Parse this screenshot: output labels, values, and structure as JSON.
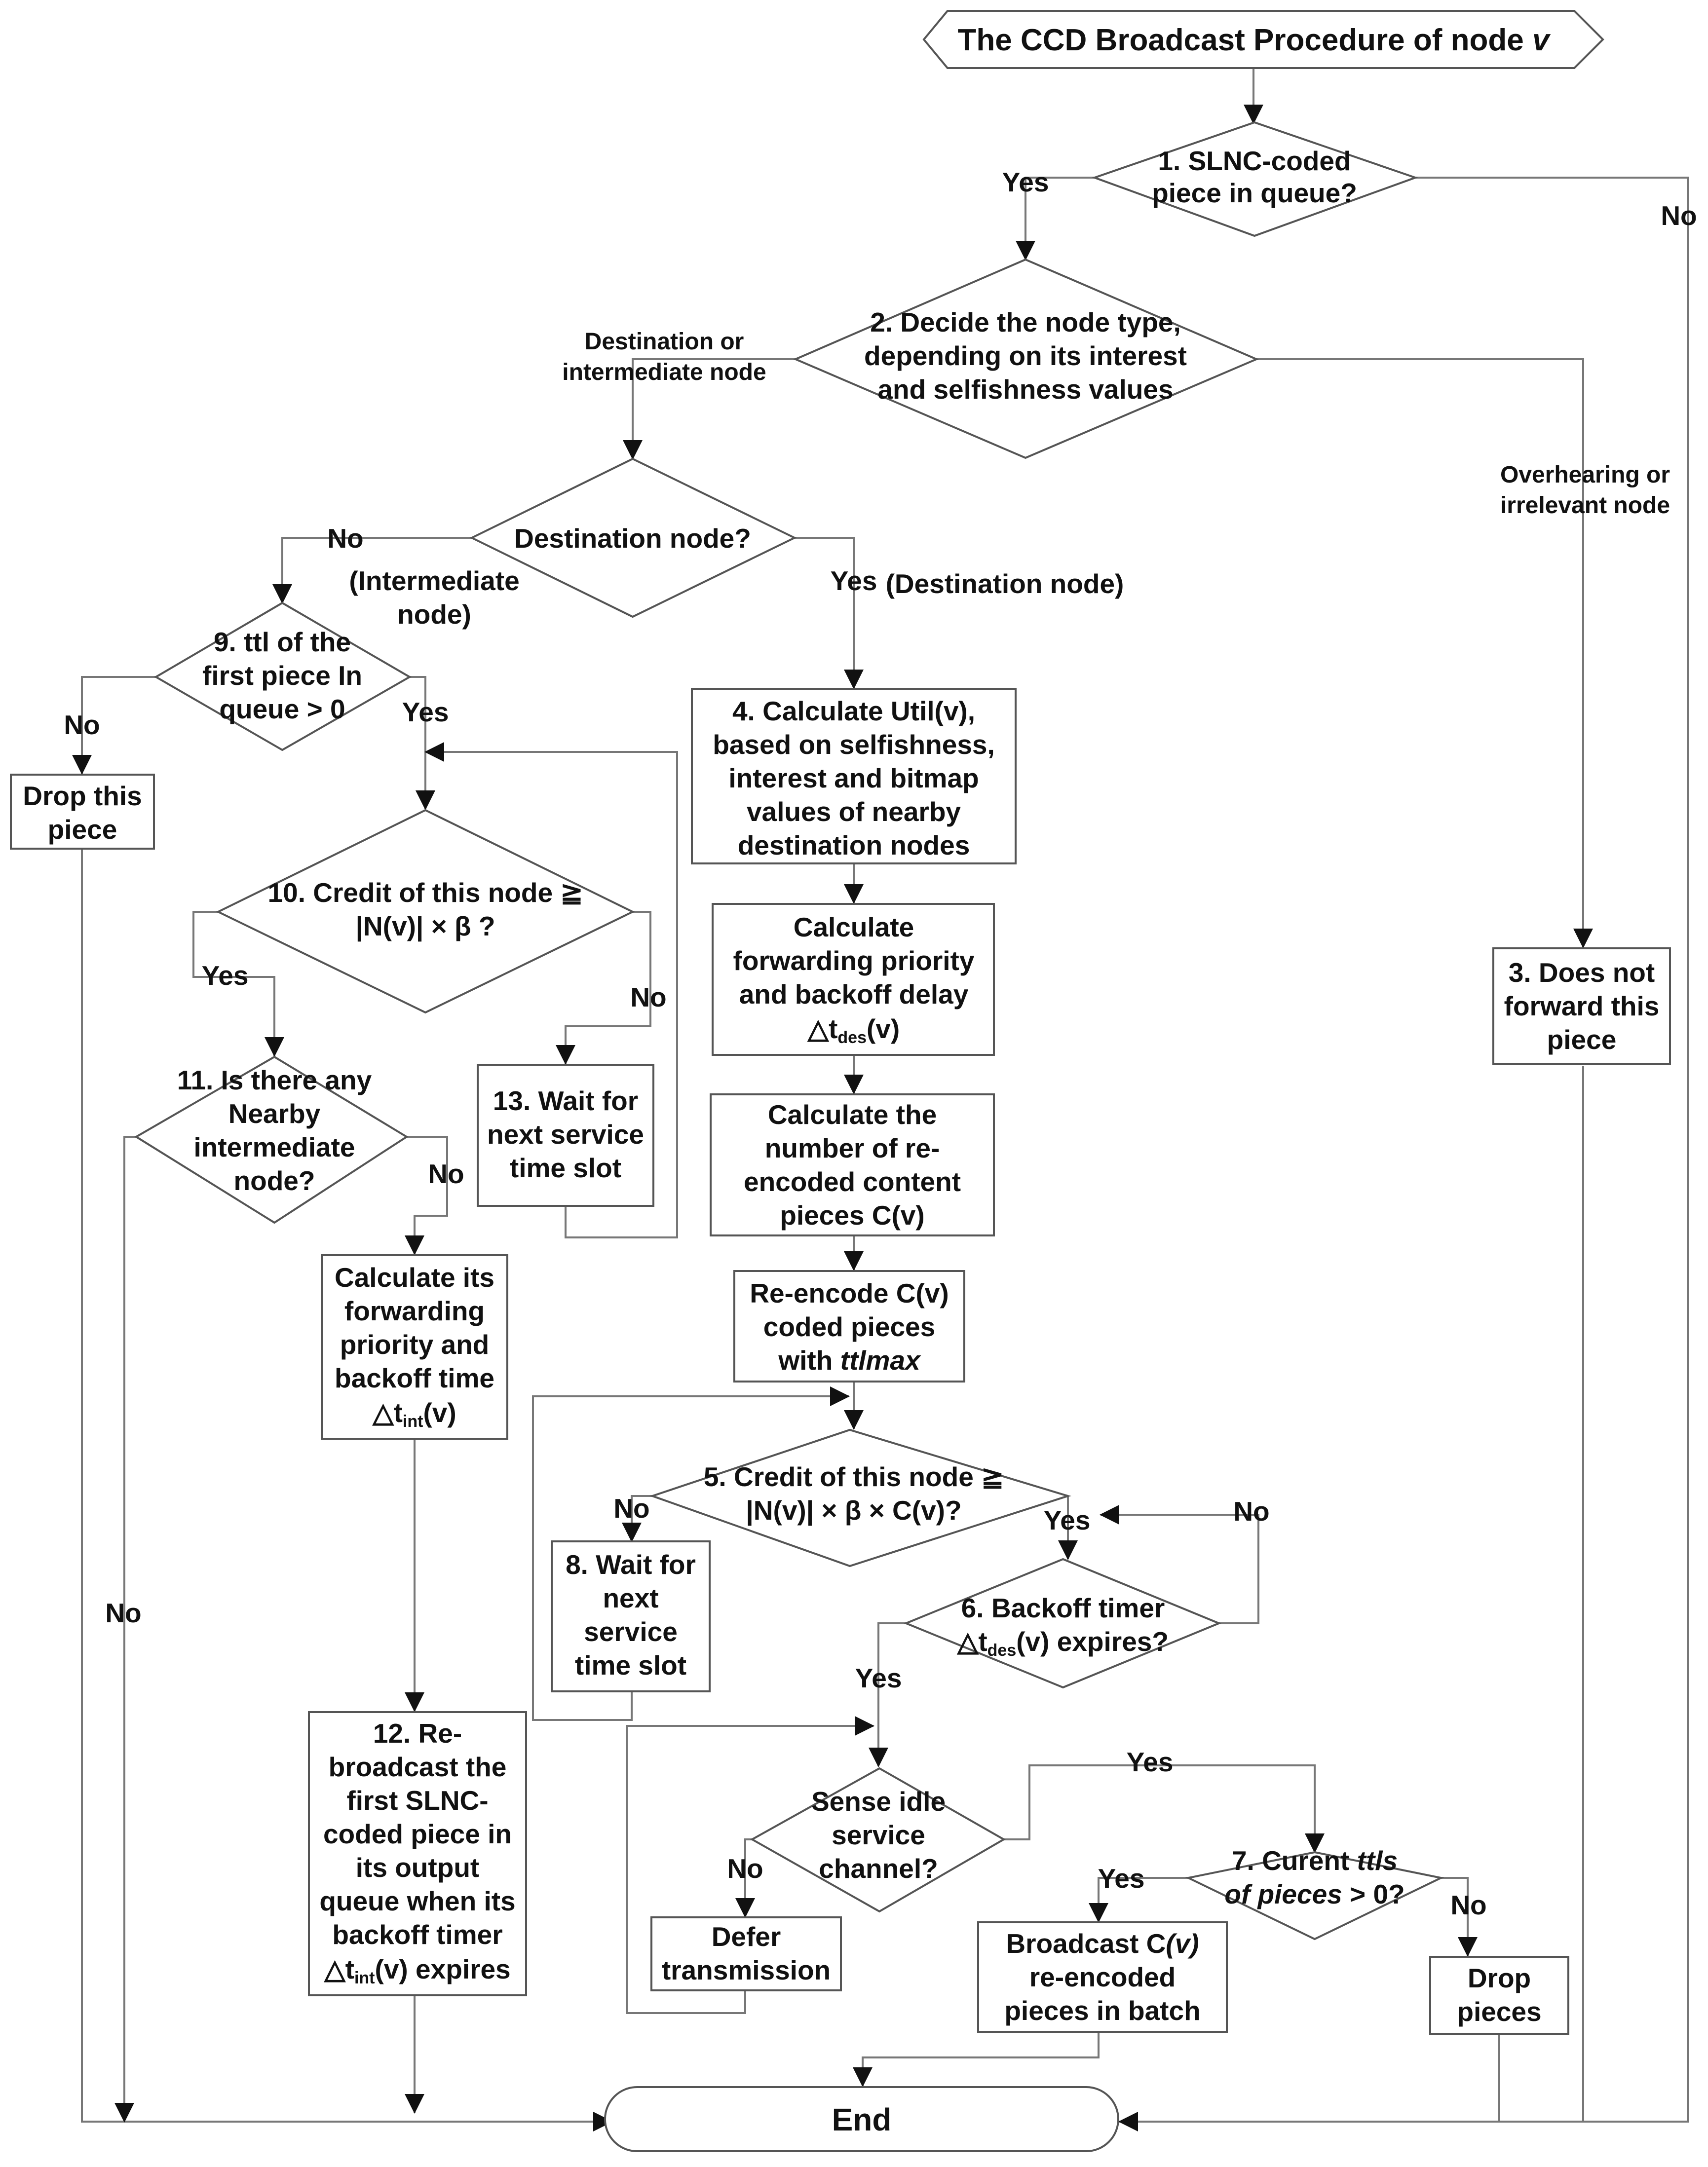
{
  "colors": {
    "box_stroke": "#555555",
    "line": "#777777",
    "text": "#111111",
    "background": "#ffffff"
  },
  "nodes": {
    "start": {
      "text": "The CCD Broadcast Procedure of node",
      "var": "v"
    },
    "d1": {
      "line1": "1. SLNC-coded",
      "line2": "piece in queue?"
    },
    "d2": {
      "line1": "2. Decide the node type,",
      "line2": "depending on its interest",
      "line3": "and selfishness values"
    },
    "dest": {
      "text": "Destination node?"
    },
    "b3": {
      "line1": "3. Does not",
      "line2": "forward this",
      "line3": "piece"
    },
    "b4": {
      "line1": "4. Calculate Util(v),",
      "line2": "based on selfishness,",
      "line3": "interest and bitmap",
      "line4": "values of nearby",
      "line5": "destination nodes"
    },
    "prio": {
      "line1": "Calculate",
      "line2": "forwarding priority",
      "line3": "and backoff delay",
      "line4_sym": "△t",
      "line4_sub": "des",
      "line4_tail": "(v)"
    },
    "cv": {
      "line1": "Calculate the",
      "line2": "number of re-",
      "line3": "encoded content",
      "line4": "pieces C(v)"
    },
    "reenc": {
      "line1": "Re-encode C(v)",
      "line2": "coded pieces",
      "line3_pre": "with ",
      "line3_it": "ttlmax"
    },
    "d5": {
      "line1": "5. Credit of this node ≧",
      "line2": "|N(v)| × β × C(v)?"
    },
    "b8": {
      "line1": "8. Wait for",
      "line2": "next",
      "line3": "service",
      "line4": "time slot"
    },
    "d6": {
      "line1": "6. Backoff timer",
      "line2_sym": "△t",
      "line2_sub": "des",
      "line2_tail": "(v) expires?"
    },
    "sense": {
      "line1": "Sense idle",
      "line2": "service",
      "line3": "channel?"
    },
    "d7": {
      "line1_pre": "7. Curent ",
      "line1_it": "ttls",
      "line2_it": "of pieces",
      "line2_tail": " > 0?"
    },
    "defer": {
      "line1": "Defer",
      "line2": "transmission"
    },
    "bcast": {
      "line1_pre": "Broadcast C",
      "line1_it": "(v)",
      "line2": "re-encoded",
      "line3": "pieces in batch"
    },
    "drop2": {
      "line1": "Drop",
      "line2": "pieces"
    },
    "d9": {
      "line1": "9. ttl of the",
      "line2": "first piece In",
      "line3": "queue > 0"
    },
    "drop1": {
      "line1": "Drop this",
      "line2": "piece"
    },
    "d10": {
      "line1": "10. Credit of this node ≧",
      "line2": "|N(v)| × β ?"
    },
    "b13": {
      "line1": "13. Wait for",
      "line2": "next service",
      "line3": "time slot"
    },
    "d11": {
      "line1": "11. Is there any",
      "line2": "Nearby",
      "line3": "intermediate",
      "line4": "node?"
    },
    "cint": {
      "line1": "Calculate its",
      "line2": "forwarding",
      "line3": "priority and",
      "line4": "backoff time",
      "line5_sym": "△t",
      "line5_sub": "int",
      "line5_tail": "(v)"
    },
    "b12": {
      "line1": "12. Re-",
      "line2": "broadcast the",
      "line3": "first SLNC-",
      "line4": "coded piece in",
      "line5": "its output",
      "line6": "queue when its",
      "line7": "backoff timer",
      "line8_sym": "△t",
      "line8_sub": "int",
      "line8_tail": "(v) expires"
    },
    "end": {
      "text": "End"
    }
  },
  "labels": {
    "yes": "Yes",
    "no": "No",
    "dest_or_int_1": "Destination or",
    "dest_or_int_2": "intermediate node",
    "overhear_1": "Overhearing or",
    "overhear_2": "irrelevant node",
    "intermediate_1": "(Intermediate",
    "intermediate_2": "node)",
    "destination_node": "(Destination node)"
  }
}
